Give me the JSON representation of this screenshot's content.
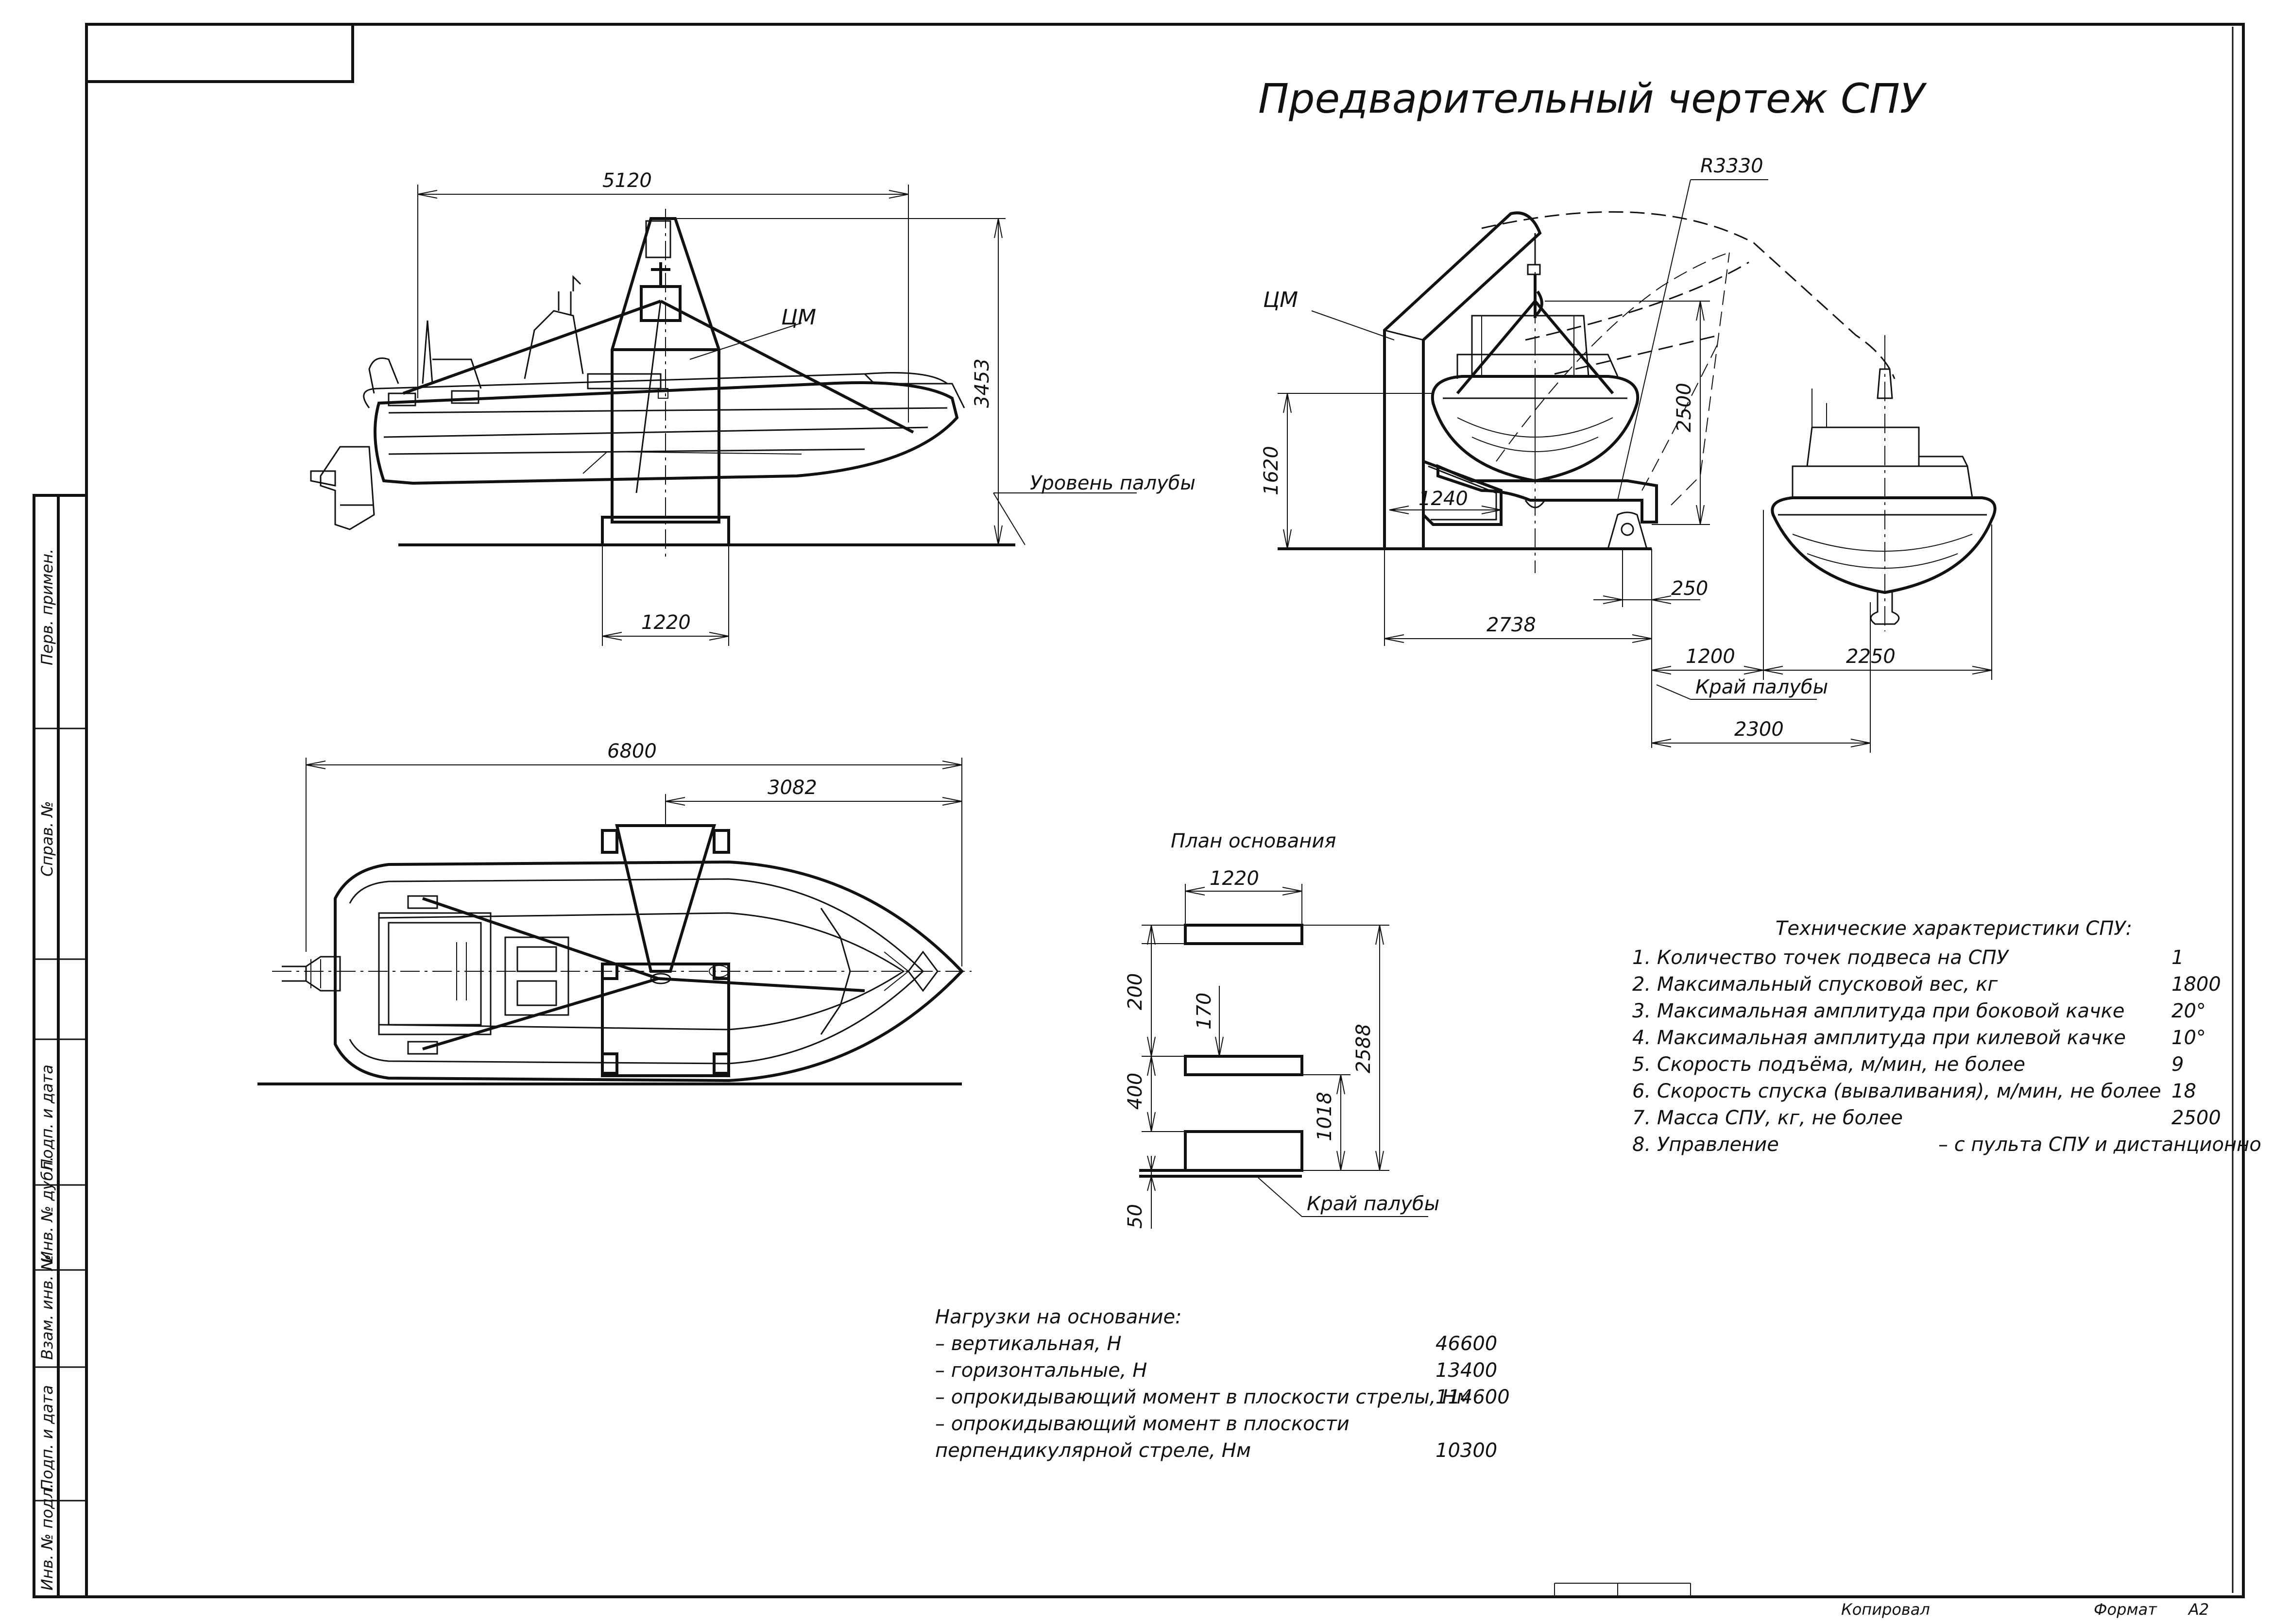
{
  "title": "Предварительный чертеж СПУ",
  "side_view": {
    "dim_length": "5120",
    "dim_height": "3453",
    "dim_base": "1220",
    "cm_label": "ЦМ",
    "deck_level_label": "Уровень палубы"
  },
  "front_view": {
    "radius": "R3330",
    "cm_label": "ЦМ",
    "dim_2500": "2500",
    "dim_1620": "1620",
    "dim_1240": "1240",
    "dim_250": "250",
    "dim_2738": "2738",
    "dim_1200": "1200",
    "dim_2250": "2250",
    "deck_edge_label": "Край палубы",
    "dim_2300": "2300"
  },
  "plan_view": {
    "dim_6800": "6800",
    "dim_3082": "3082"
  },
  "base_plan": {
    "title": "План основания",
    "dim_1220": "1220",
    "dim_200": "200",
    "dim_170": "170",
    "dim_2588": "2588",
    "dim_400": "400",
    "dim_1018": "1018",
    "dim_50": "50",
    "deck_edge_label": "Край палубы"
  },
  "specs": {
    "heading": "Технические характеристики СПУ:",
    "rows": [
      {
        "label": "1. Количество точек подвеса на СПУ",
        "value": "1"
      },
      {
        "label": "2. Максимальный спусковой вес, кг",
        "value": "1800"
      },
      {
        "label": "3. Максимальная амплитуда при боковой качке",
        "value": "20°"
      },
      {
        "label": "4. Максимальная амплитуда при килевой качке",
        "value": "10°"
      },
      {
        "label": "5. Скорость подъёма, м/мин, не более",
        "value": "9"
      },
      {
        "label": "6. Скорость спуска (вываливания), м/мин, не более",
        "value": "18"
      },
      {
        "label": "7. Масса СПУ, кг, не более",
        "value": "2500"
      },
      {
        "label": "8. Управление",
        "value": "– с пульта СПУ и дистанционно"
      }
    ]
  },
  "loads": {
    "heading": "Нагрузки на основание:",
    "rows": [
      {
        "label": "– вертикальная, Н",
        "value": "46600"
      },
      {
        "label": "– горизонтальные, Н",
        "value": "13400"
      },
      {
        "label": "– опрокидывающий момент в плоскости стрелы, Нм",
        "value": "114600"
      },
      {
        "label": "– опрокидывающий момент в плоскости",
        "value": ""
      },
      {
        "label": "перпендикулярной стреле, Нм",
        "value": "10300"
      }
    ]
  },
  "side_stamp": [
    "Перв. примен.",
    "Справ. №",
    "Подп. и дата",
    "Инв. № дубл.",
    "Взам. инв. №",
    "Подп. и дата",
    "Инв. № подл."
  ],
  "footer": {
    "copied": "Копировал",
    "format_label": "Формат",
    "format_value": "А2"
  }
}
